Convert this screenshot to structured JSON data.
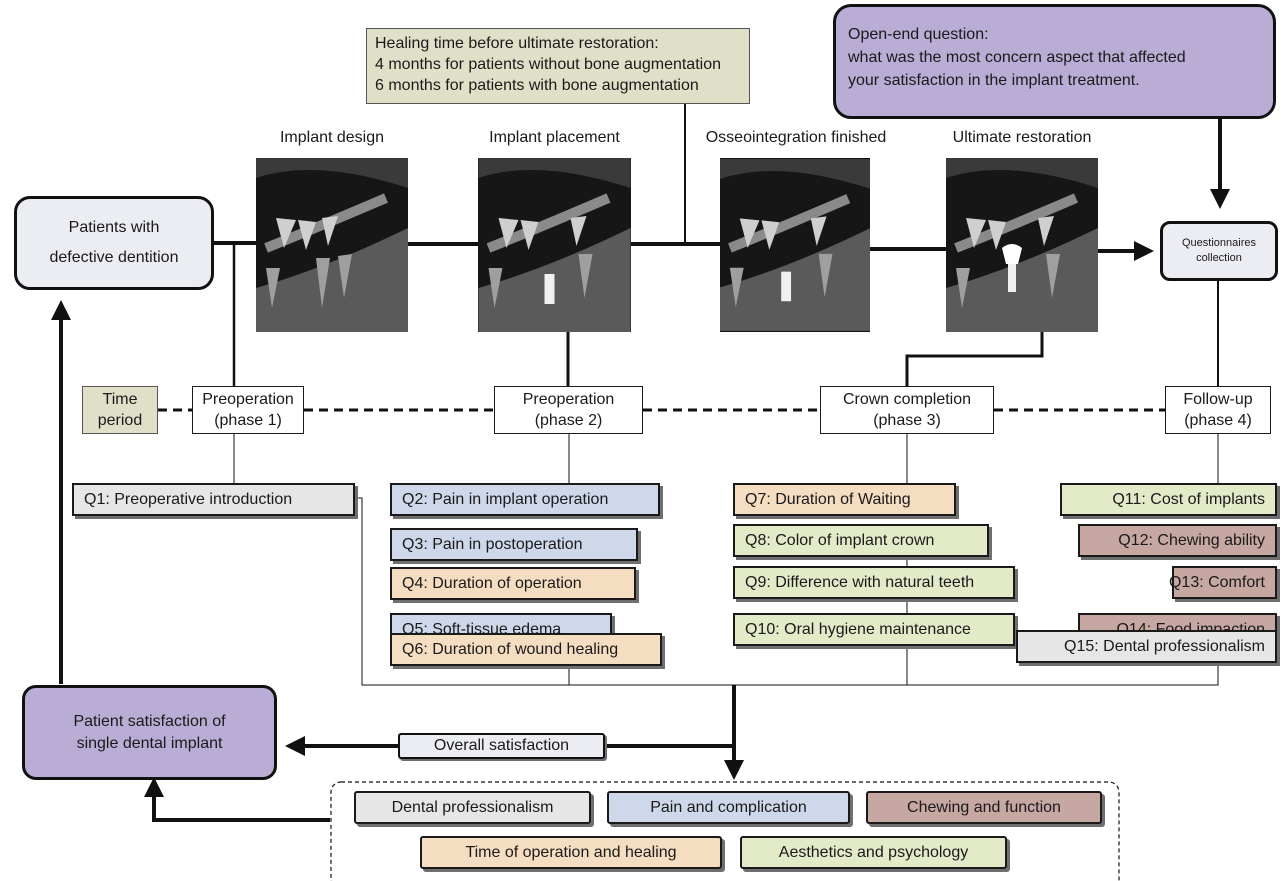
{
  "healing_note": {
    "line1": "Healing time before ultimate restoration:",
    "line2": "4 months for patients without bone augmentation",
    "line3": "6 months for patients with bone augmentation"
  },
  "open_question": {
    "line1": "Open-end question:",
    "line2": "what was the most concern aspect that affected",
    "line3": "your satisfaction in the implant treatment."
  },
  "patients_box": {
    "line1": "Patients with",
    "line2": "defective dentition"
  },
  "stages": [
    {
      "label": "Implant design"
    },
    {
      "label": "Implant placement"
    },
    {
      "label": "Osseointegration finished"
    },
    {
      "label": "Ultimate restoration"
    }
  ],
  "questionnaire_box": {
    "line1": "Questionnaires",
    "line2": "collection"
  },
  "time_period": {
    "line1": "Time",
    "line2": "period"
  },
  "phases": [
    {
      "line1": "Preoperation",
      "line2": "(phase 1)"
    },
    {
      "line1": "Preoperation",
      "line2": "(phase 2)"
    },
    {
      "line1": "Crown completion",
      "line2": "(phase 3)"
    },
    {
      "line1": "Follow-up",
      "line2": "(phase 4)"
    }
  ],
  "questions": [
    "Q1: Preoperative introduction",
    "Q2: Pain in implant operation",
    "Q3: Pain in postoperation",
    "Q4: Duration of operation",
    "Q5: Soft-tissue edema",
    "Q6: Duration of wound healing",
    "Q7: Duration of Waiting",
    "Q8: Color of implant crown",
    "Q9: Difference with natural teeth",
    "Q10: Oral hygiene maintenance",
    "Q11: Cost of implants",
    "Q12: Chewing ability",
    "Q13: Comfort",
    "Q14: Food impaction",
    "Q15: Dental professionalism"
  ],
  "overall_label": "Overall satisfaction",
  "satisfaction_box": {
    "line1": "Patient satisfaction of",
    "line2": "single dental implant"
  },
  "categories": [
    "Dental professionalism",
    "Pain and complication",
    "Chewing and function",
    "Time of operation and healing",
    "Aesthetics and psychology"
  ],
  "colors": {
    "gray": "#e6e6e6",
    "blue": "#cfd8ea",
    "orange": "#f5ddc1",
    "green": "#e2eac8",
    "red": "#c6a7a2",
    "purple": "#b9add6",
    "khaki": "#e0e0c8",
    "light_box": "#ecedf2"
  }
}
